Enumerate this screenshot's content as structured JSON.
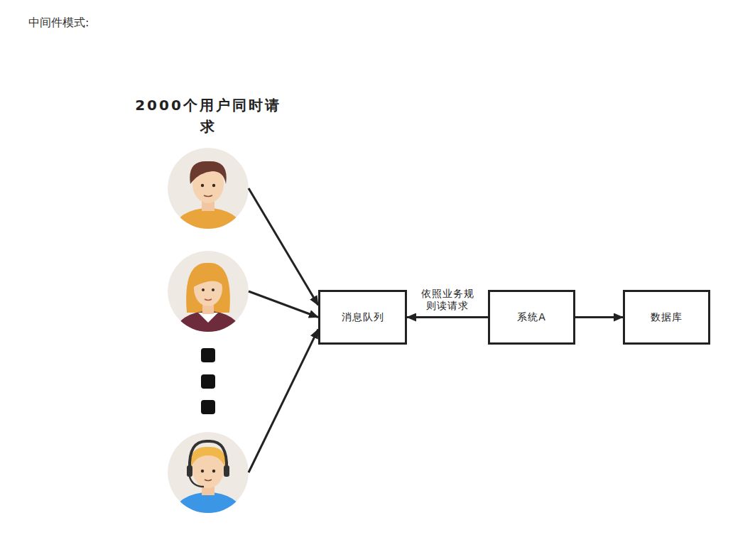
{
  "diagram": {
    "title": "中间件模式:",
    "nodes": [
      {
        "text": [
          "2000个用户同时请求"
        ]
      },
      {
        "text": [
          "消息队列"
        ]
      },
      {
        "text": [
          "系统A"
        ]
      },
      {
        "text": [
          "数据库"
        ]
      }
    ],
    "edges": [
      {
        "from": 0,
        "to": 1,
        "arrow": "to"
      },
      {
        "from": 0,
        "to": 1,
        "arrow": "to"
      },
      {
        "from": 0,
        "to": 1,
        "arrow": "to"
      },
      {
        "from": 2,
        "to": 1,
        "label": "依照业务规则读请求",
        "arrow": "to"
      },
      {
        "from": 2,
        "to": 3,
        "arrow": "to"
      }
    ]
  }
}
